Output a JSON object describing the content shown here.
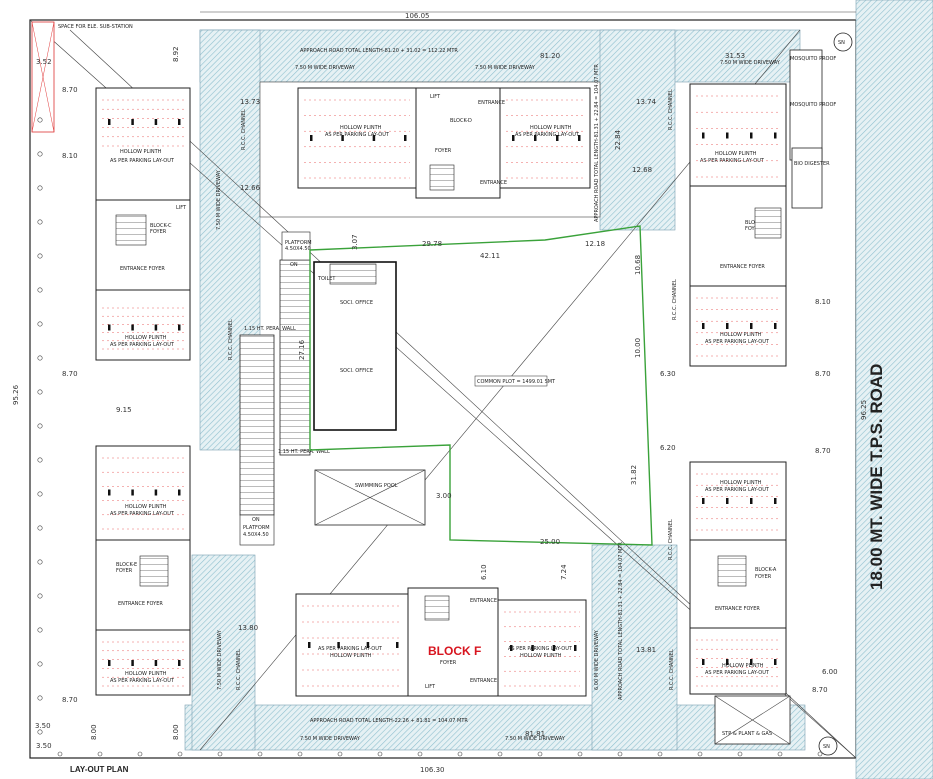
{
  "road": {
    "title": "18.00 MT. WIDE T.P.S. ROAD",
    "dim": "96.25"
  },
  "dims": {
    "top_overall": "106.05",
    "bottom_overall": "106.30",
    "left_overall": "95.26",
    "top_approach": "APPROACH ROAD TOTAL LENGTH-81.20 + 31.02 = 112.22 MTR",
    "bottom_approach": "APPROACH ROAD TOTAL LENGTH-22.26 + 81.81 = 104.07 MTR",
    "right_approach": "APPROACH ROAD TOTAL LENGTH-81.31 + 22.84 = 104.07 MTR",
    "right_approach_2": "APPROACH ROAD TOTAL LENGTH-81.31 + 22.84 = 104.07 MTR",
    "d_8_70": "8.70",
    "d_8_10": "8.10",
    "d_9_15": "9.15",
    "d_8_92": "8.92",
    "d_13_73": "13.73",
    "d_13_74": "13.74",
    "d_12_66": "12.66",
    "d_12_68": "12.68",
    "d_6_20": "6.20",
    "d_6_30": "6.30",
    "d_13_81": "13.81",
    "d_13_80": "13.80",
    "d_29_78": "29.78",
    "d_42_11": "42.11",
    "d_12_18": "12.18",
    "d_25_00": "25.00",
    "d_3_00": "3.00",
    "d_6_00": "6.00",
    "d_8_00": "8.00",
    "d_31_53": "31.53",
    "d_81_20": "81.20",
    "d_81_81": "81.81",
    "d_22_84": "22.84",
    "d_3_50": "3.50",
    "d_31_82": "31.82",
    "d_6_10": "6.10",
    "d_7_24": "7.24",
    "d_10_68": "10.68",
    "d_27_16": "27.16",
    "d_3_07": "3.07",
    "d_10_00": "10.00"
  },
  "labels": {
    "driveway_top_a": "7.50 M WIDE DRIVEWAY",
    "driveway_top_b": "7.50 M WIDE DRIVEWAY",
    "driveway_top_c": "7.50 M WIDE DRIVEWAY",
    "driveway_bottom_a": "7.50 M WIDE DRIVEWAY",
    "driveway_bottom_b": "7.50 M WIDE DRIVEWAY",
    "driveway_left": "7.50 M WIDE DRIVEWAY",
    "driveway_right": "6.00 M WIDE DRIVEWAY",
    "driveway_mid": "7.50 M WIDE DRIVEWAY",
    "rcc_channel": "R.C.C. CHANNEL",
    "hollow_plinth": "HOLLOW PLINTH",
    "parking_layout": "AS PER PARKING LAY-OUT",
    "entrance_foyer": "ENTRANCE FOYER",
    "lift": "LIFT",
    "foyer": "FOYER",
    "entrance": "ENTRANCE",
    "block_c": "BLOCK-C",
    "block_b": "BLOCK-B",
    "block_d": "BLOCK-D",
    "block_e": "BLOCK-E",
    "block_a": "BLOCK-A",
    "block_f": "BLOCK F",
    "platform_top": "PLATFORM",
    "platform_top_dim": "4.50X4.50",
    "platform_bottom": "PLATFORM",
    "platform_bottom_dim": "4.50X4.50",
    "society_office": "SOCI. OFFICE",
    "toilet": "TOILET",
    "common_plot": "COMMON PLOT = 1499.01 SMT",
    "swimming_pool": "SWIMMING POOL",
    "pera_wall_top": "1.15 HT. PERA. WALL",
    "pera_wall_bottom": "1.15 HT. PERA. WALL",
    "on": "ON",
    "space_substation": "SPACE FOR ELE. SUB-STATION",
    "mosquito_proof": "MOSQUITO PROOF",
    "bio_digester": "BIO DIGESTER",
    "stp": "STP & PLANT & GAS",
    "layout_plan": "LAY-OUT PLAN",
    "sn": "SN",
    "corner_tag_bl": "3.50",
    "corner_tag_tl": "3.52"
  },
  "colors": {
    "hatch_road": "#8fc0cf",
    "green_boundary": "#3aa23a",
    "red_ticks": "#e23c3c",
    "block_f_label": "#d8151f",
    "wall": "#111111"
  }
}
